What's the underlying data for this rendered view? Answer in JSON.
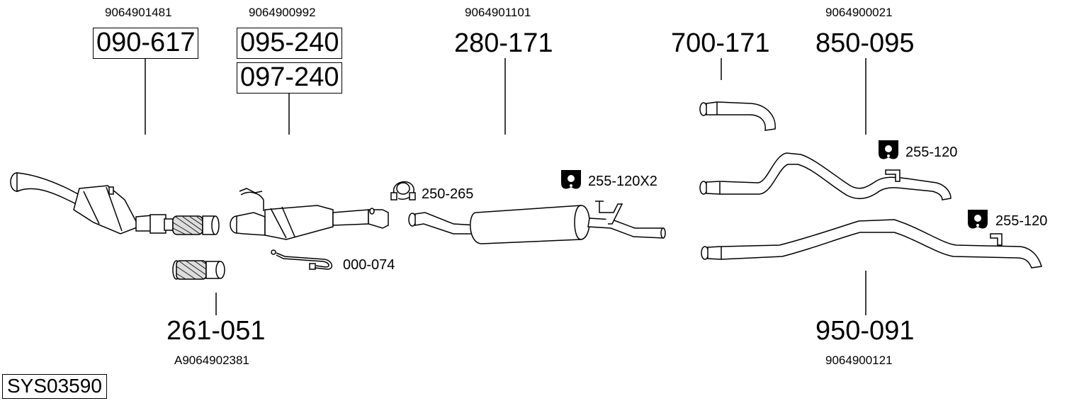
{
  "parts": {
    "p090617": {
      "code": "090-617",
      "oem": "9064901481"
    },
    "p095240": {
      "code": "095-240",
      "oem": "9064900992"
    },
    "p097240": {
      "code": "097-240"
    },
    "p280171": {
      "code": "280-171",
      "oem": "9064901101"
    },
    "p700171": {
      "code": "700-171"
    },
    "p850095": {
      "code": "850-095",
      "oem": "9064900021"
    },
    "p261051": {
      "code": "261-051",
      "oem": "A9064902381"
    },
    "p950091": {
      "code": "950-091",
      "oem": "9064900121"
    }
  },
  "accessories": {
    "clamp": "250-265",
    "sensor": "000-074",
    "hanger_x2": "255-120X2",
    "hanger_a": "255-120",
    "hanger_b": "255-120"
  },
  "system_id": "SYS03590",
  "icons": [
    "clamp-icon",
    "rubber-hanger-icon"
  ]
}
